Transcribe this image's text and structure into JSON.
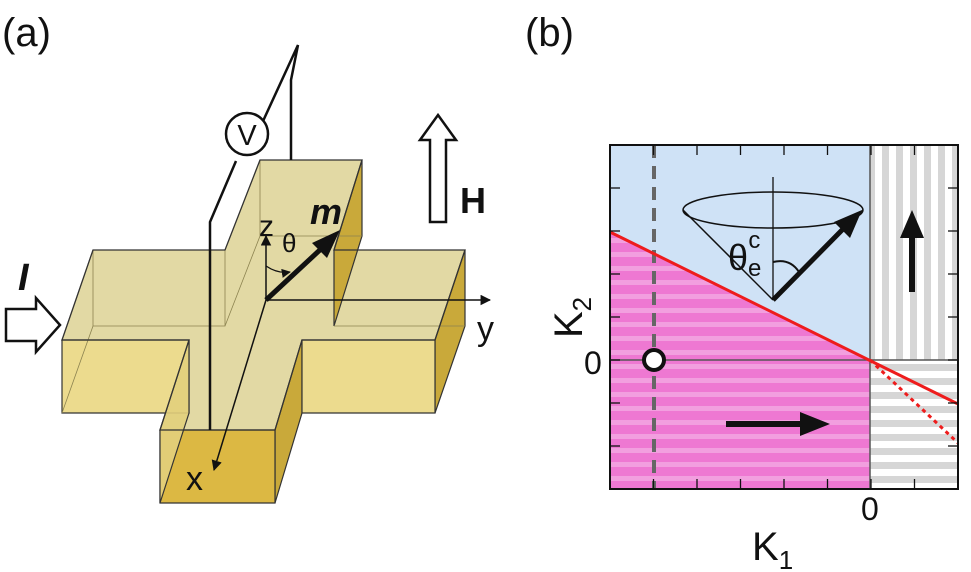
{
  "panel_a": {
    "label": "(a)",
    "voltmeter": "V",
    "current": "I",
    "field": "H",
    "axis_x": "x",
    "axis_y": "y",
    "axis_z": "z",
    "angle": "θ",
    "magnetization": "m",
    "colors": {
      "slab_top": "#d8cc86",
      "slab_front": "#ecdb8e",
      "slab_side": "#c9a93a",
      "slab_end": "#dcb843"
    }
  },
  "panel_b": {
    "label": "(b)",
    "xlabel_main": "K",
    "xlabel_sub": "1",
    "ylabel_main": "K",
    "ylabel_sub": "2",
    "x_zero": "0",
    "y_zero": "0",
    "cone_angle_main": "θ",
    "cone_angle_sub": "e",
    "cone_angle_sup": "c",
    "colors": {
      "blue_region": "#cfe2f6",
      "magenta_region": "#ee78d2",
      "gray_stripes": "#d4d4d4",
      "boundary_line": "#ee1c1c",
      "dashed_line": "#666666"
    }
  }
}
